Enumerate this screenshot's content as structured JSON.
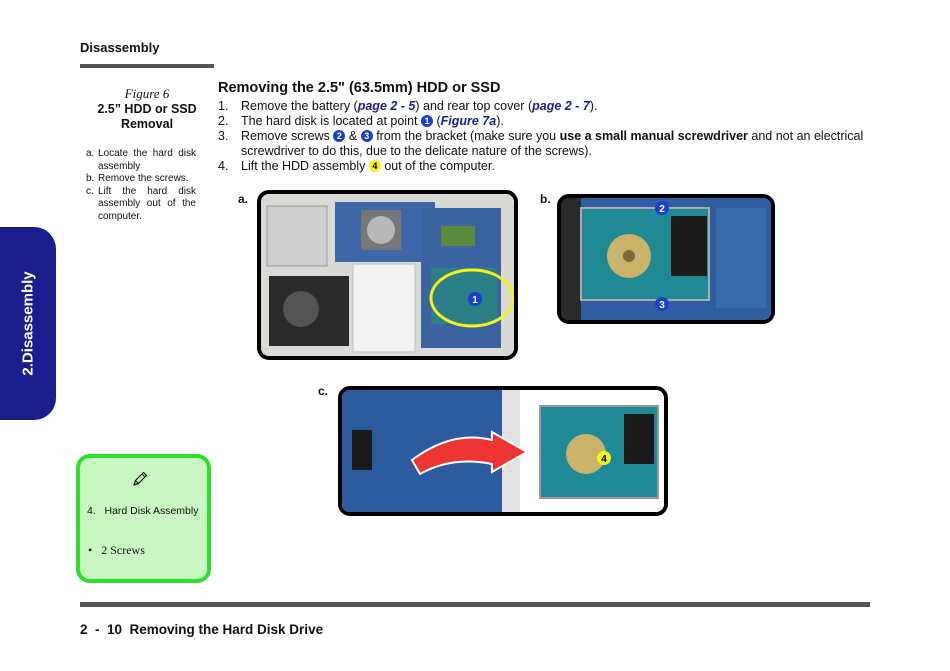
{
  "header": {
    "section": "Disassembly"
  },
  "figure": {
    "label": "Figure 6",
    "title_line1": "2.5” HDD or SSD",
    "title_line2": "Removal",
    "steps": [
      {
        "marker": "a.",
        "text": "Locate the hard disk assembly"
      },
      {
        "marker": "b.",
        "text": "Remove the screws."
      },
      {
        "marker": "c.",
        "text": "Lift the hard disk assembly out of the computer."
      }
    ]
  },
  "side_tab": {
    "label": "2.Disassembly"
  },
  "note_box": {
    "icon": "pencil-icon",
    "item": "4.   Hard Disk Assembly",
    "bullet": "•   2 Screws"
  },
  "main": {
    "title": "Removing the 2.5\" (63.5mm) HDD or SSD",
    "instructions": [
      {
        "num": "1.",
        "parts": {
          "a": "Remove the battery (",
          "ref1": "page 2 - 5",
          "b": ") and rear top cover (",
          "ref2": "page 2 - 7",
          "c": ")."
        }
      },
      {
        "num": "2.",
        "parts": {
          "a": "The hard disk is located at point",
          "badge": "1",
          "b": "(",
          "ref": "Figure 7a",
          "c": ")."
        }
      },
      {
        "num": "3.",
        "parts": {
          "a": "Remove screws",
          "badge1": "2",
          "amp": "&",
          "badge2": "3",
          "b": "from the bracket (make sure you",
          "bold": "use a small manual screwdriver",
          "c": "and not an electrical screwdriver to do this, due to the delicate nature of the screws)."
        }
      },
      {
        "num": "4.",
        "parts": {
          "a": "Lift the HDD assembly",
          "badge": "4",
          "b": "out of the computer."
        }
      }
    ]
  },
  "photos": {
    "a": {
      "label": "a.",
      "callout": "1"
    },
    "b": {
      "label": "b.",
      "callouts": [
        "2",
        "3"
      ]
    },
    "c": {
      "label": "c.",
      "callout": "4"
    }
  },
  "footer": {
    "text": "2  -  10  Removing the Hard Disk Drive"
  },
  "colors": {
    "accent_blue": "#1a1e8c",
    "note_green": "#2ee02a",
    "note_fill": "#c9f7c1",
    "callout_yellow": "#f6f21b"
  }
}
